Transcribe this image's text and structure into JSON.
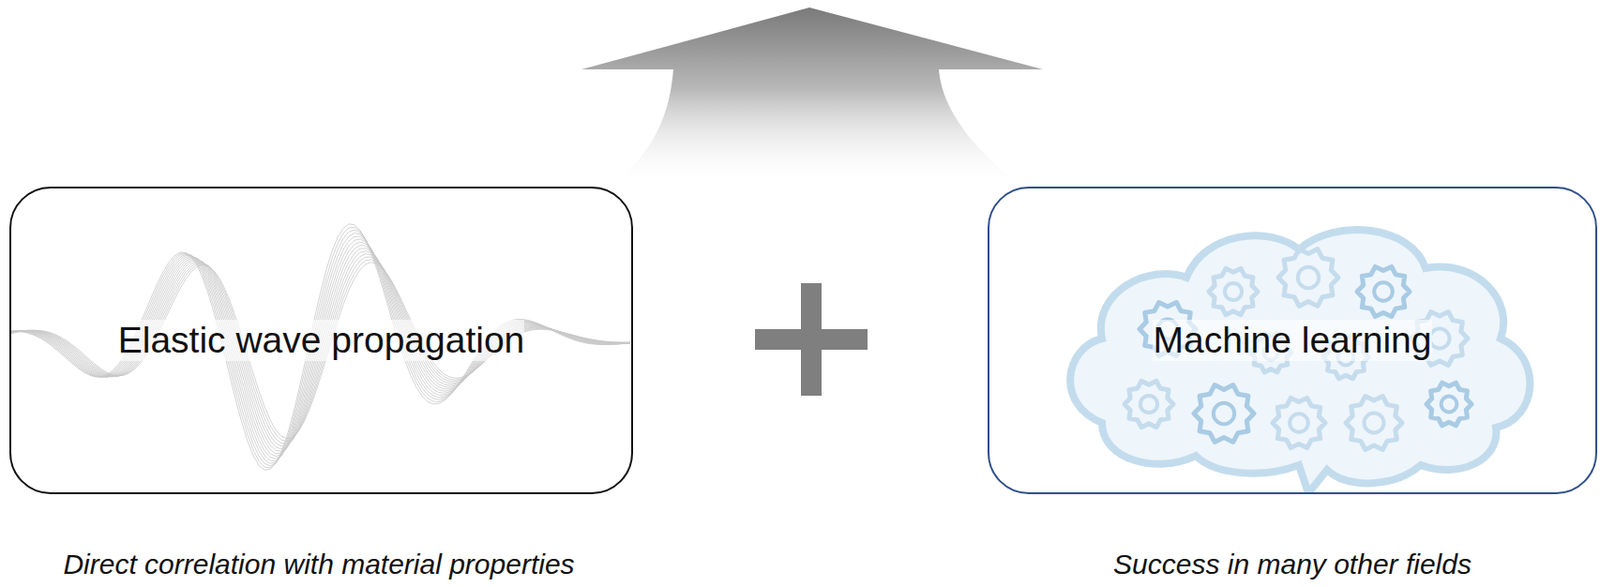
{
  "diagram": {
    "nodes": [
      {
        "text": [
          "Elastic wave propagation",
          "Direct correlation with material properties"
        ]
      },
      {
        "text": [
          "Machine learning",
          "Success in many other fields"
        ]
      }
    ]
  }
}
